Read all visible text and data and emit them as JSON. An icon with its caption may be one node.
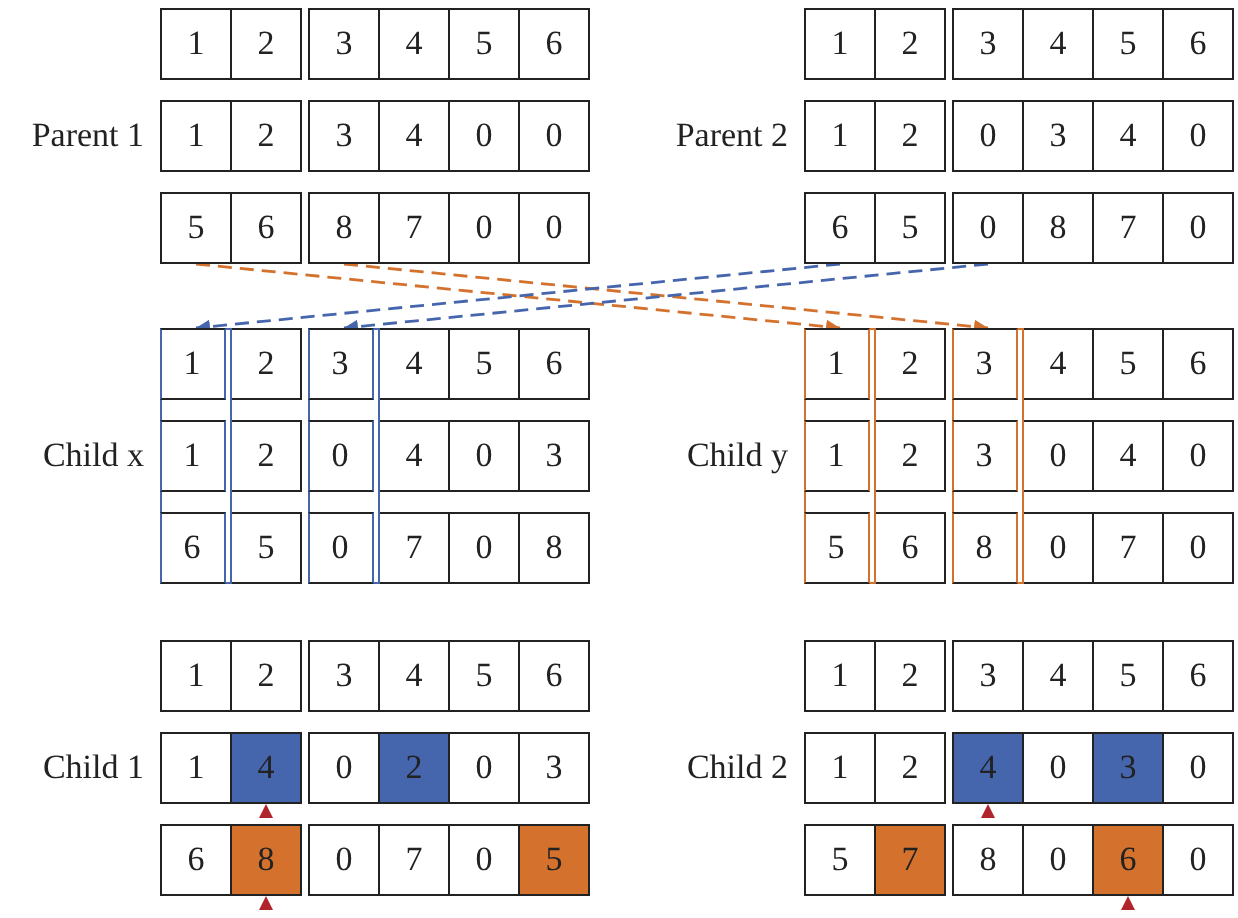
{
  "diagram": {
    "nodes": [
      {
        "text": [
          "1"
        ]
      },
      {
        "text": [
          "2"
        ]
      },
      {
        "text": [
          "3"
        ]
      },
      {
        "text": [
          "4"
        ]
      },
      {
        "text": [
          "5"
        ]
      },
      {
        "text": [
          "6"
        ]
      },
      {
        "text": [
          "1"
        ]
      },
      {
        "text": [
          "2"
        ]
      },
      {
        "text": [
          "3"
        ]
      },
      {
        "text": [
          "4"
        ]
      },
      {
        "text": [
          "0"
        ]
      },
      {
        "text": [
          "0"
        ]
      },
      {
        "text": [
          "5"
        ]
      },
      {
        "text": [
          "6"
        ]
      },
      {
        "text": [
          "8"
        ]
      },
      {
        "text": [
          "7"
        ]
      },
      {
        "text": [
          "0"
        ]
      },
      {
        "text": [
          "0"
        ]
      },
      {
        "text": [
          "1"
        ]
      },
      {
        "text": [
          "2"
        ]
      },
      {
        "text": [
          "3"
        ]
      },
      {
        "text": [
          "4"
        ]
      },
      {
        "text": [
          "5"
        ]
      },
      {
        "text": [
          "6"
        ]
      },
      {
        "text": [
          "1"
        ]
      },
      {
        "text": [
          "2"
        ]
      },
      {
        "text": [
          "0"
        ]
      },
      {
        "text": [
          "3"
        ]
      },
      {
        "text": [
          "4"
        ]
      },
      {
        "text": [
          "0"
        ]
      },
      {
        "text": [
          "6"
        ]
      },
      {
        "text": [
          "5"
        ]
      },
      {
        "text": [
          "0"
        ]
      },
      {
        "text": [
          "8"
        ]
      },
      {
        "text": [
          "7"
        ]
      },
      {
        "text": [
          "0"
        ]
      },
      {
        "text": [],
        "shape": "box"
      },
      {
        "text": [],
        "shape": "box"
      },
      {
        "text": [
          "1"
        ],
        "in": 36
      },
      {
        "text": [
          "2"
        ]
      },
      {
        "text": [
          "3"
        ],
        "in": 37
      },
      {
        "text": [
          "4"
        ]
      },
      {
        "text": [
          "5"
        ]
      },
      {
        "text": [
          "6"
        ]
      },
      {
        "text": [
          "1"
        ],
        "in": 36
      },
      {
        "text": [
          "2"
        ]
      },
      {
        "text": [
          "0"
        ],
        "in": 37
      },
      {
        "text": [
          "4"
        ]
      },
      {
        "text": [
          "0"
        ]
      },
      {
        "text": [
          "3"
        ]
      },
      {
        "text": [
          "6"
        ],
        "in": 36
      },
      {
        "text": [
          "5"
        ]
      },
      {
        "text": [
          "0"
        ],
        "in": 37
      },
      {
        "text": [
          "7"
        ]
      },
      {
        "text": [
          "0"
        ]
      },
      {
        "text": [
          "8"
        ]
      },
      {
        "text": [],
        "shape": "box"
      },
      {
        "text": [],
        "shape": "box"
      },
      {
        "text": [
          "1"
        ],
        "in": 56
      },
      {
        "text": [
          "2"
        ]
      },
      {
        "text": [
          "3"
        ],
        "in": 57
      },
      {
        "text": [
          "4"
        ]
      },
      {
        "text": [
          "5"
        ]
      },
      {
        "text": [
          "6"
        ]
      },
      {
        "text": [
          "1"
        ],
        "in": 56
      },
      {
        "text": [
          "2"
        ]
      },
      {
        "text": [
          "3"
        ],
        "in": 57
      },
      {
        "text": [
          "0"
        ]
      },
      {
        "text": [
          "4"
        ]
      },
      {
        "text": [
          "0"
        ]
      },
      {
        "text": [
          "5"
        ],
        "in": 56
      },
      {
        "text": [
          "6"
        ]
      },
      {
        "text": [
          "8"
        ],
        "in": 57
      },
      {
        "text": [
          "0"
        ]
      },
      {
        "text": [
          "7"
        ]
      },
      {
        "text": [
          "0"
        ]
      },
      {
        "text": [
          "1"
        ]
      },
      {
        "text": [
          "2"
        ]
      },
      {
        "text": [
          "3"
        ]
      },
      {
        "text": [
          "4"
        ]
      },
      {
        "text": [
          "5"
        ]
      },
      {
        "text": [
          "6"
        ]
      },
      {
        "text": [
          "1"
        ]
      },
      {
        "text": [
          "4"
        ]
      },
      {
        "text": [
          "0"
        ]
      },
      {
        "text": [
          "2"
        ]
      },
      {
        "text": [
          "0"
        ]
      },
      {
        "text": [
          "3"
        ]
      },
      {
        "text": [
          "6"
        ]
      },
      {
        "text": [
          "8"
        ]
      },
      {
        "text": [
          "0"
        ]
      },
      {
        "text": [
          "7"
        ]
      },
      {
        "text": [
          "0"
        ]
      },
      {
        "text": [
          "5"
        ]
      },
      {
        "text": [
          "1"
        ]
      },
      {
        "text": [
          "2"
        ]
      },
      {
        "text": [
          "3"
        ]
      },
      {
        "text": [
          "4"
        ]
      },
      {
        "text": [
          "5"
        ]
      },
      {
        "text": [
          "6"
        ]
      },
      {
        "text": [
          "1"
        ]
      },
      {
        "text": [
          "2"
        ]
      },
      {
        "text": [
          "4"
        ]
      },
      {
        "text": [
          "0"
        ]
      },
      {
        "text": [
          "3"
        ]
      },
      {
        "text": [
          "0"
        ]
      },
      {
        "text": [
          "5"
        ]
      },
      {
        "text": [
          "7"
        ]
      },
      {
        "text": [
          "8"
        ]
      },
      {
        "text": [
          "0"
        ]
      },
      {
        "text": [
          "6"
        ]
      },
      {
        "text": [
          "0"
        ]
      }
    ],
    "edges": [
      {
        "from": 12,
        "to": 56,
        "arrow": "to",
        "style": "dashed",
        "color": "#d4712c"
      },
      {
        "from": 14,
        "to": 57,
        "arrow": "to",
        "style": "dashed",
        "color": "#d4712c"
      },
      {
        "from": 30,
        "to": 36,
        "arrow": "to",
        "style": "dashed",
        "color": "#4565ad"
      },
      {
        "from": 32,
        "to": 37,
        "arrow": "to",
        "style": "dashed",
        "color": "#4565ad"
      },
      {
        "from": 89,
        "to": 83,
        "arrow": "to",
        "color": "#b0252b"
      },
      {
        "from": null,
        "to": 89,
        "arrow": "to",
        "color": "#b0252b"
      },
      {
        "from": 108,
        "to": 102,
        "arrow": "to",
        "color": "#b0252b"
      },
      {
        "from": null,
        "to": 110,
        "arrow": "to",
        "color": "#b0252b"
      }
    ],
    "labels": [
      "Parent 1",
      "Parent 2",
      "Child x",
      "Child y",
      "Child 1",
      "Child 2"
    ]
  }
}
